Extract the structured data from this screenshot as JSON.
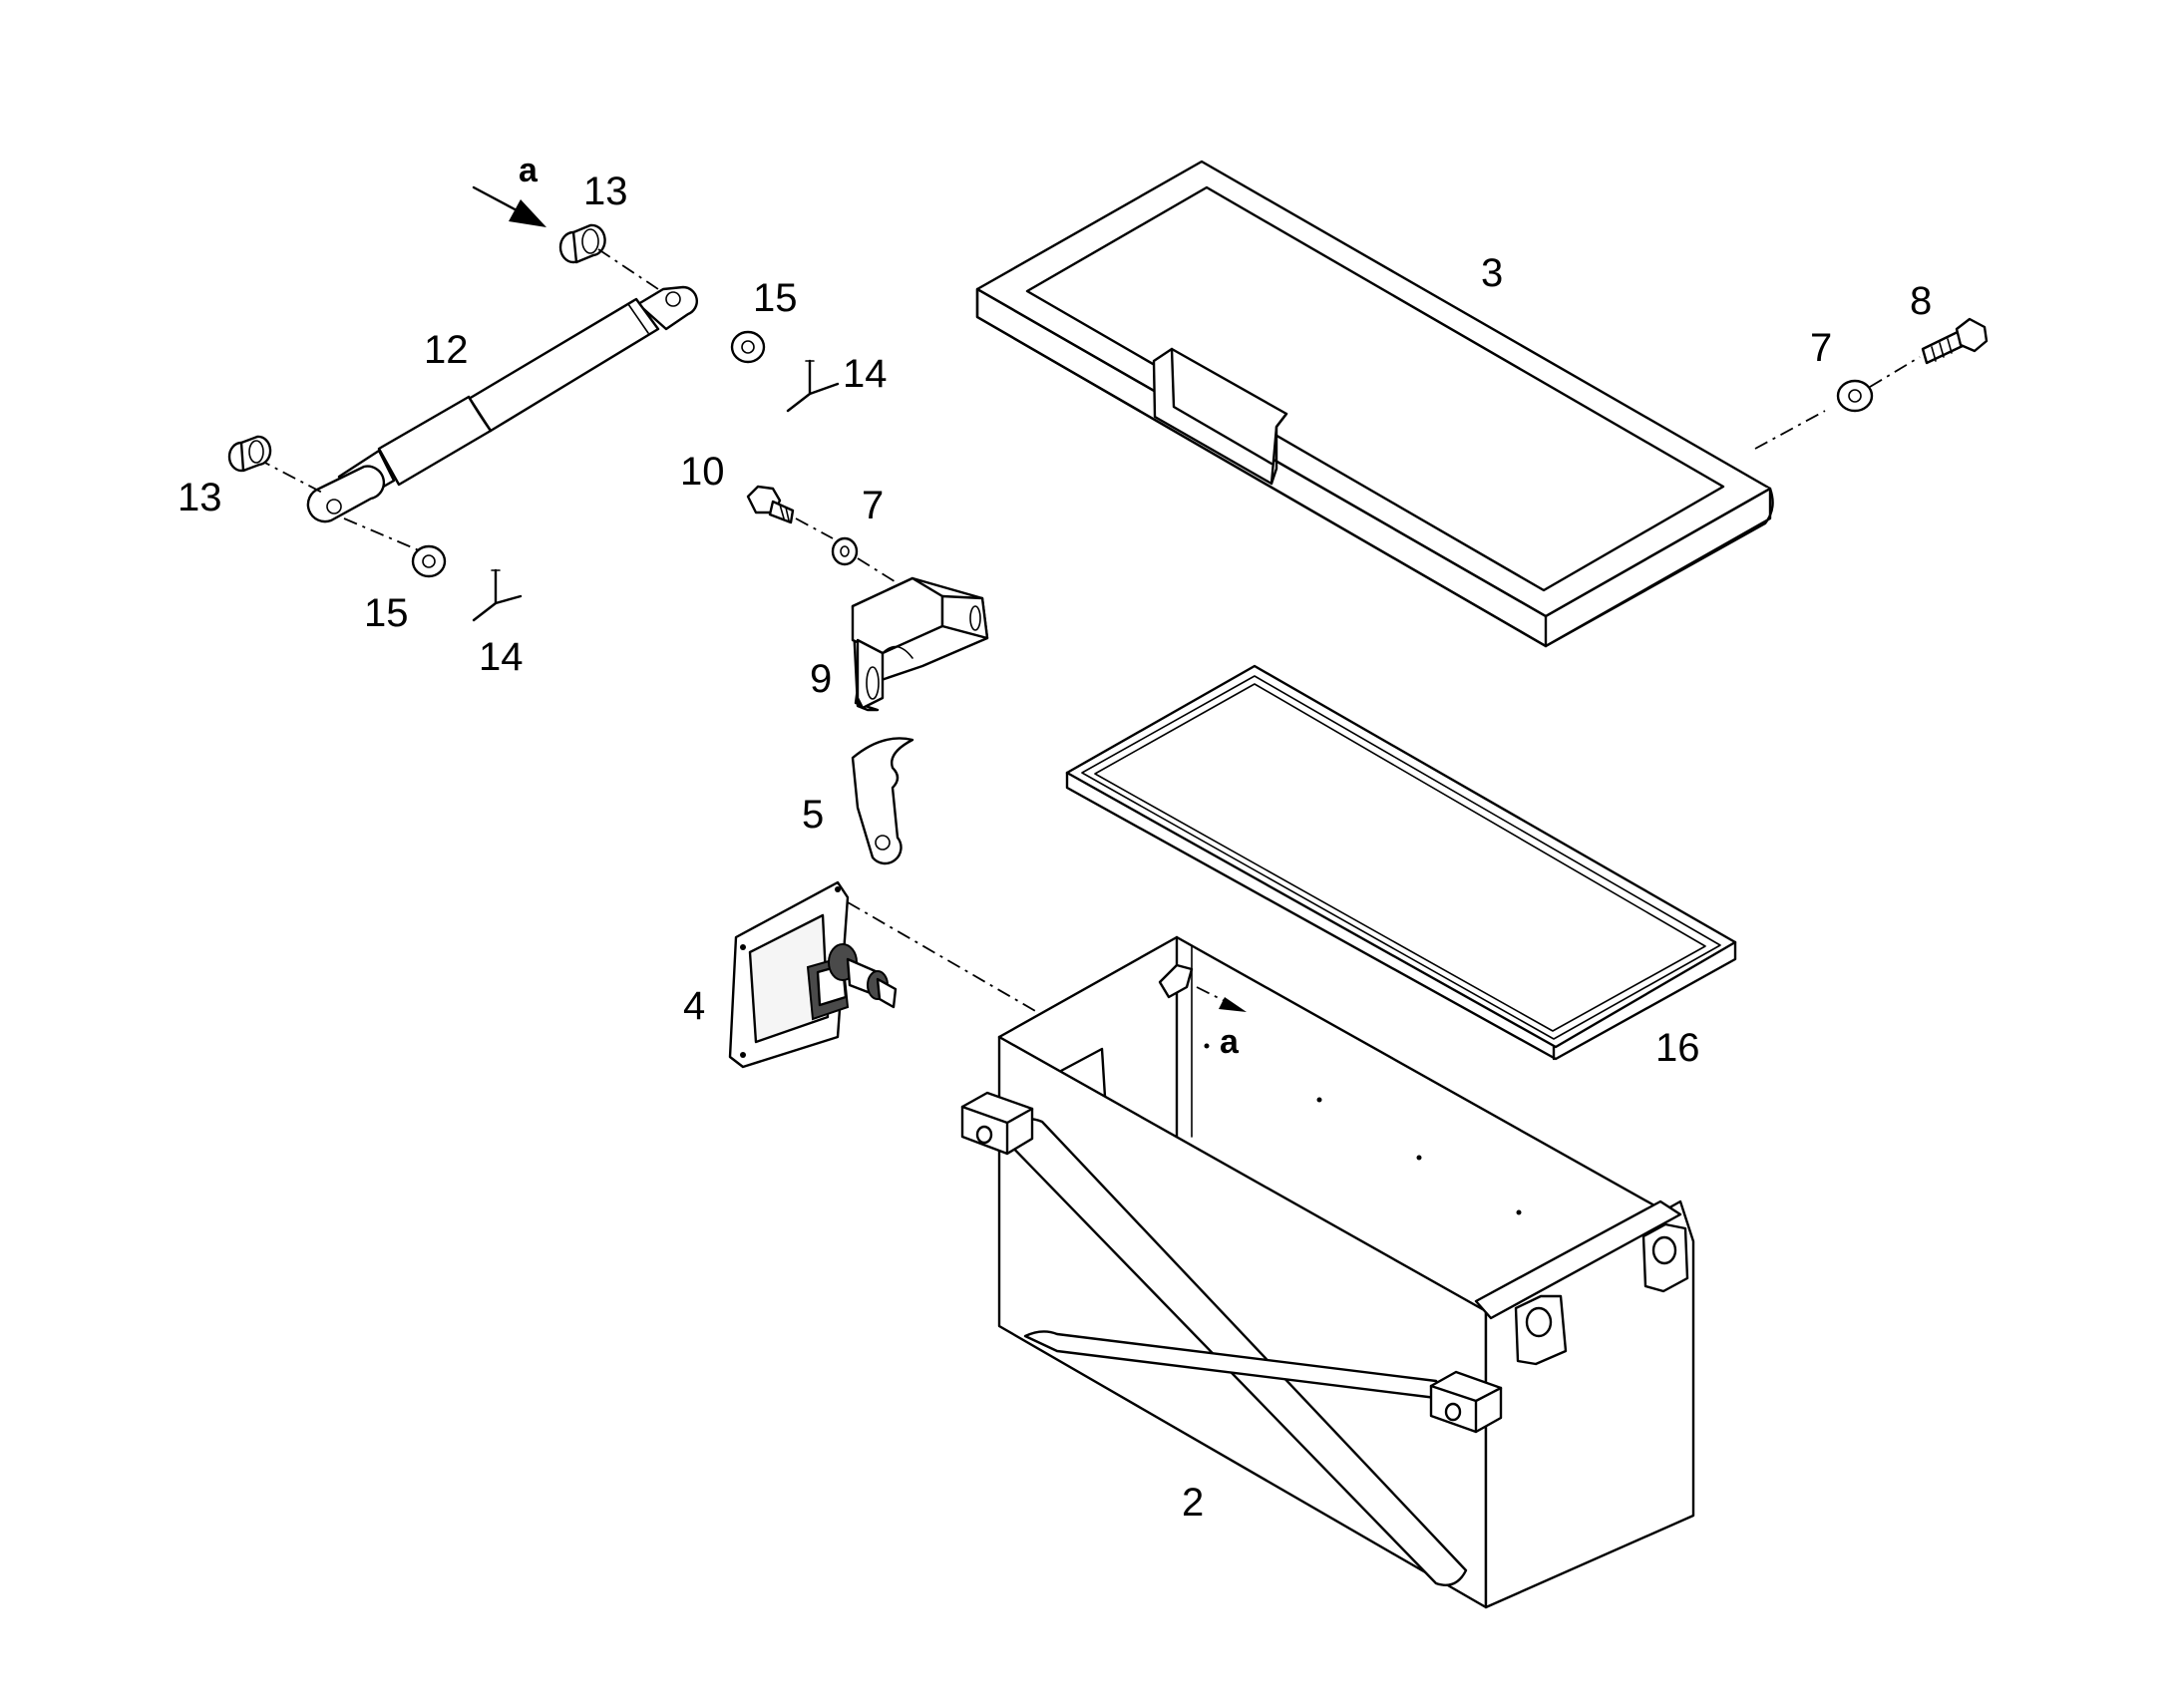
{
  "labels": {
    "a_top": "a",
    "a_box": "a",
    "p13_top": "13",
    "p13_left": "13",
    "p15_top": "15",
    "p15_bottom": "15",
    "p14_top": "14",
    "p14_bottom": "14",
    "p12": "12",
    "p10": "10",
    "p7_mid": "7",
    "p7_right": "7",
    "p8": "8",
    "p9": "9",
    "p5": "5",
    "p4": "4",
    "p3": "3",
    "p16": "16",
    "p2": "2"
  }
}
